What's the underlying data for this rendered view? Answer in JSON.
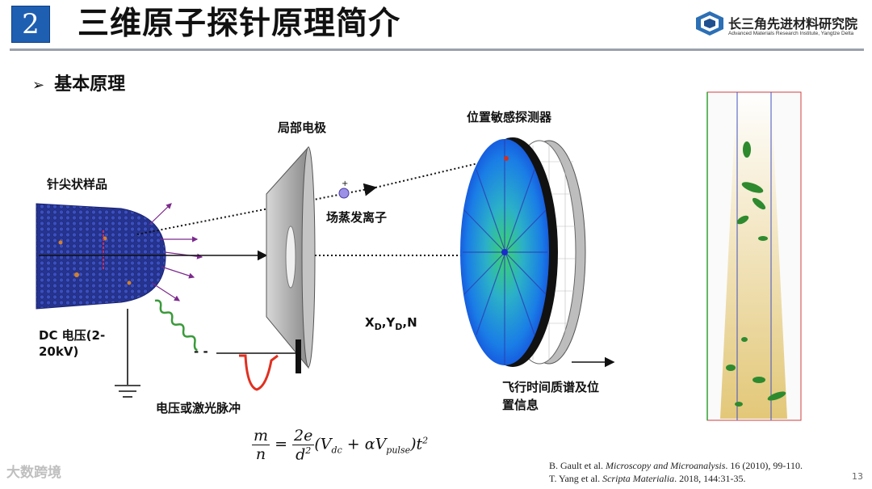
{
  "header": {
    "slide_number": "2",
    "title": "三维原子探针原理简介",
    "logo_cn": "长三角先进材料研究院",
    "logo_en": "Advanced Materials Research Institute, Yangtze Delta"
  },
  "section": {
    "bullet": "➢",
    "heading": "基本原理"
  },
  "diagram": {
    "labels": {
      "local_electrode": "局部电极",
      "detector": "位置敏感探测器",
      "specimen": "针尖状样品",
      "field_evaporated_ion": "场蒸发离子",
      "dc_voltage_line1": "DC 电压(2-",
      "dc_voltage_line2": "20kV)",
      "pulse": "电压或激光脉冲",
      "xy_prefix": "X",
      "xy_sub_d": "D",
      "xy_comma": ",Y",
      "xy_tail": ",N",
      "tof_line1": "飞行时间质谱及位",
      "tof_line2": "置信息",
      "dash": "- -"
    },
    "formula": {
      "m": "m",
      "n": "n",
      "two_e": "2e",
      "d2": "d",
      "eq": "=",
      "paren_open": "(V",
      "dc": "dc",
      "plus": " + αV",
      "pulse": "pulse",
      "close": ")t",
      "exp": "2",
      "exp_d": "2"
    }
  },
  "references": {
    "ref1_author": "B. Gault et al. ",
    "ref1_journal": "Microscopy and Microanalysis",
    "ref1_tail": ". 16 (2010), 99-110.",
    "ref2_author": "T. Yang et al. ",
    "ref2_journal": "Scripta Materialia",
    "ref2_tail": ". 2018, 144:31-35."
  },
  "page_number": "13",
  "watermark": "大数跨境",
  "colors": {
    "accent": "#1f5fb2",
    "title": "#111111",
    "specimen": "#2b3a9a",
    "pulse": "#e03020"
  }
}
